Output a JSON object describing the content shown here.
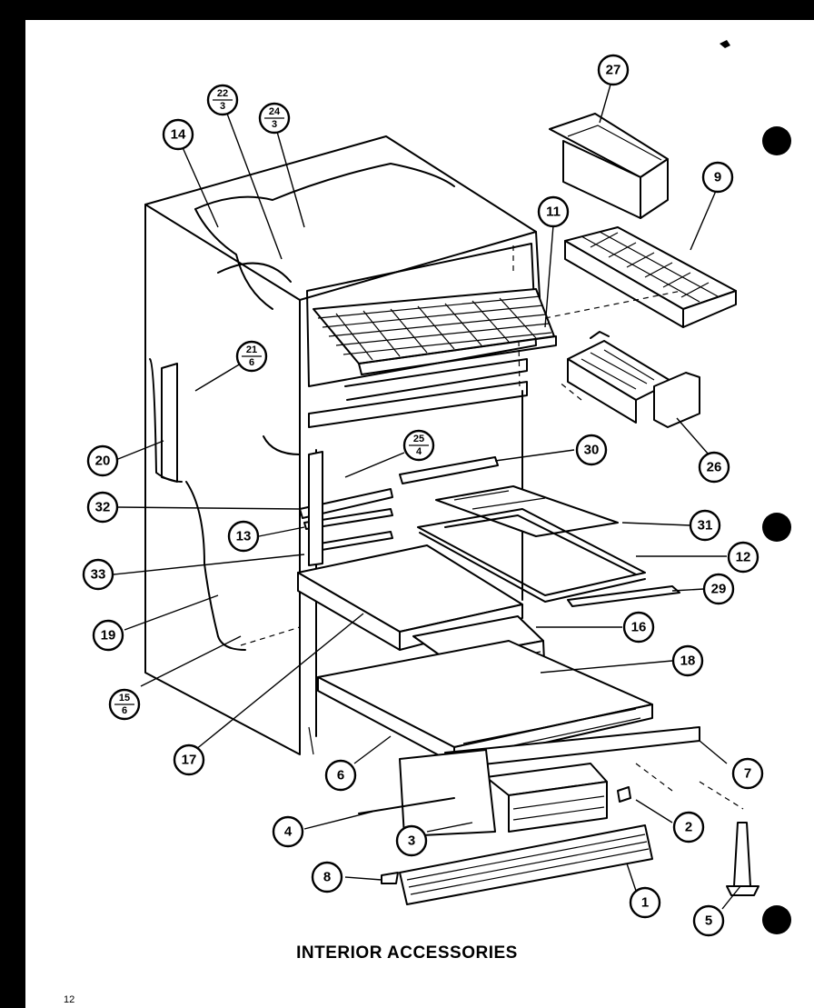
{
  "title": "INTERIOR ACCESSORIES",
  "page_number": "12",
  "callouts": [
    {
      "id": "c27",
      "label": "27"
    },
    {
      "id": "c9",
      "label": "9"
    },
    {
      "id": "c11",
      "label": "11"
    },
    {
      "id": "c14",
      "label": "14"
    },
    {
      "id": "c22",
      "num": "22",
      "den": "3"
    },
    {
      "id": "c24",
      "num": "24",
      "den": "3"
    },
    {
      "id": "c21",
      "num": "21",
      "den": "6"
    },
    {
      "id": "c20",
      "label": "20"
    },
    {
      "id": "c25",
      "num": "25",
      "den": "4"
    },
    {
      "id": "c30",
      "label": "30"
    },
    {
      "id": "c26",
      "label": "26"
    },
    {
      "id": "c32",
      "label": "32"
    },
    {
      "id": "c13",
      "label": "13"
    },
    {
      "id": "c31",
      "label": "31"
    },
    {
      "id": "c12",
      "label": "12"
    },
    {
      "id": "c33",
      "label": "33"
    },
    {
      "id": "c29",
      "label": "29"
    },
    {
      "id": "c19",
      "label": "19"
    },
    {
      "id": "c16",
      "label": "16"
    },
    {
      "id": "c18",
      "label": "18"
    },
    {
      "id": "c15",
      "num": "15",
      "den": "6"
    },
    {
      "id": "c17",
      "label": "17"
    },
    {
      "id": "c6",
      "label": "6"
    },
    {
      "id": "c7",
      "label": "7"
    },
    {
      "id": "c4",
      "label": "4"
    },
    {
      "id": "c3",
      "label": "3"
    },
    {
      "id": "c2",
      "label": "2"
    },
    {
      "id": "c8",
      "label": "8"
    },
    {
      "id": "c1",
      "label": "1"
    },
    {
      "id": "c5",
      "label": "5"
    }
  ]
}
